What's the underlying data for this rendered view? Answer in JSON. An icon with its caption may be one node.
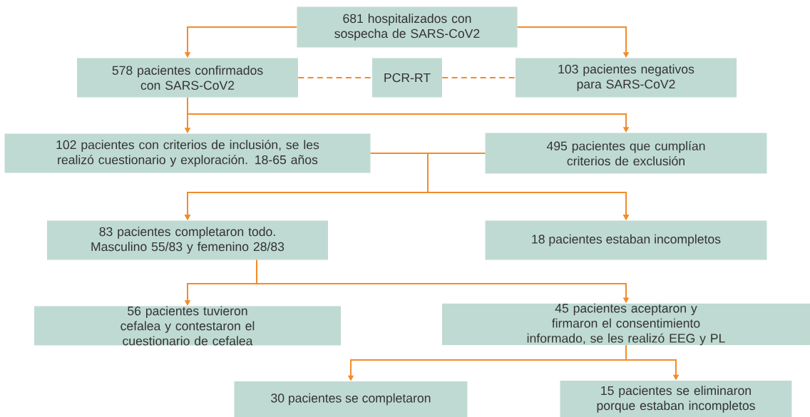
{
  "diagram": {
    "nodes": [
      {
        "text": [
          "681 hospitalizados con sospecha de SARS-CoV2"
        ]
      },
      {
        "text": [
          "578 pacientes confirmados con SARS-CoV2"
        ]
      },
      {
        "text": [
          "PCR-RT"
        ]
      },
      {
        "text": [
          "103 pacientes negativos para SARS-CoV2"
        ]
      },
      {
        "text": [
          "102 pacientes con criterios de inclusión, se les realizó cuestionario y exploración. 18-65 años"
        ]
      },
      {
        "text": [
          "495 pacientes que cumplían criterios de exclusión"
        ]
      },
      {
        "text": [
          "83 pacientes completaron todo. Masculino 55/83 y femenino 28/83"
        ]
      },
      {
        "text": [
          "18 pacientes estaban incompletos"
        ]
      },
      {
        "text": [
          "56 pacientes tuvieron cefalea y contestaron el cuestionario de cefalea"
        ]
      },
      {
        "text": [
          "45 pacientes aceptaron y firmaron el consentimiento informado, se les realizó EEG y PL"
        ]
      },
      {
        "text": [
          "30 pacientes se completaron"
        ]
      },
      {
        "text": [
          "15 pacientes se eliminaron porque estaban incompletos"
        ]
      }
    ],
    "edges": [
      {
        "from": 0,
        "to": 1,
        "arrow": "to"
      },
      {
        "from": 0,
        "to": 3,
        "arrow": "to"
      },
      {
        "from": 1,
        "to": 2,
        "arrow": "none",
        "style": "dashed"
      },
      {
        "from": 2,
        "to": 3,
        "arrow": "none",
        "style": "dashed"
      },
      {
        "from": 1,
        "to": 4,
        "arrow": "to"
      },
      {
        "from": 1,
        "to": 5,
        "arrow": "to"
      },
      {
        "from": 4,
        "to": 6,
        "arrow": "to"
      },
      {
        "from": 4,
        "to": 7,
        "arrow": "to"
      },
      {
        "from": 5,
        "to": 6,
        "arrow": "to"
      },
      {
        "from": 5,
        "to": 7,
        "arrow": "to"
      },
      {
        "from": 6,
        "to": 8,
        "arrow": "to"
      },
      {
        "from": 6,
        "to": 9,
        "arrow": "to"
      },
      {
        "from": 9,
        "to": 10,
        "arrow": "to"
      },
      {
        "from": 9,
        "to": 11,
        "arrow": "to"
      }
    ]
  }
}
